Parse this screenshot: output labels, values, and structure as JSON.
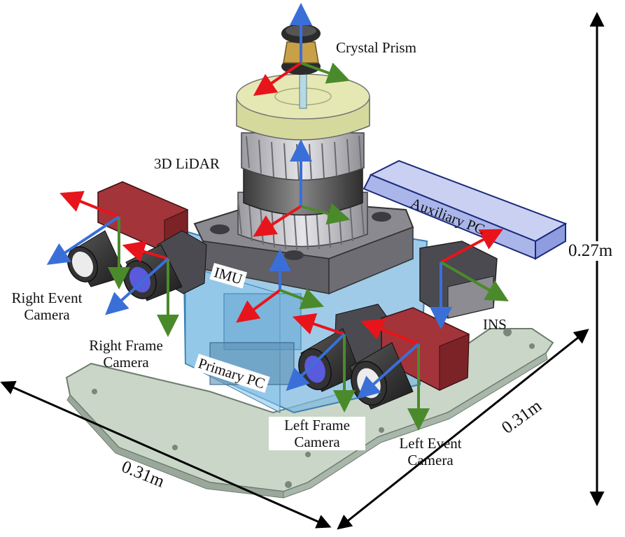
{
  "labels": {
    "crystal_prism": "Crystal Prism",
    "lidar": "3D LiDAR",
    "auxiliary_pc": "Auxiliary PC",
    "imu": "IMU",
    "ins": "INS",
    "primary_pc": "Primary PC",
    "right_event_camera_line1": "Right Event",
    "right_event_camera_line2": "Camera",
    "right_frame_camera_line1": "Right Frame",
    "right_frame_camera_line2": "Camera",
    "left_frame_camera_line1": "Left Frame",
    "left_frame_camera_line2": "Camera",
    "left_event_camera_line1": "Left Event",
    "left_event_camera_line2": "Camera"
  },
  "dimensions": {
    "height": "0.27m",
    "depth": "0.31m",
    "width": "0.31m"
  },
  "colors": {
    "axis_x": "#e8141b",
    "axis_y": "#4b8a2a",
    "axis_z": "#3b6fd8",
    "plate": "#c9d6c8",
    "enclosure": "#7fb9e0",
    "lidar_cap": "#e6e8b4",
    "aux_pc": "#b9c4ef",
    "camera_red": "#a3343a"
  }
}
